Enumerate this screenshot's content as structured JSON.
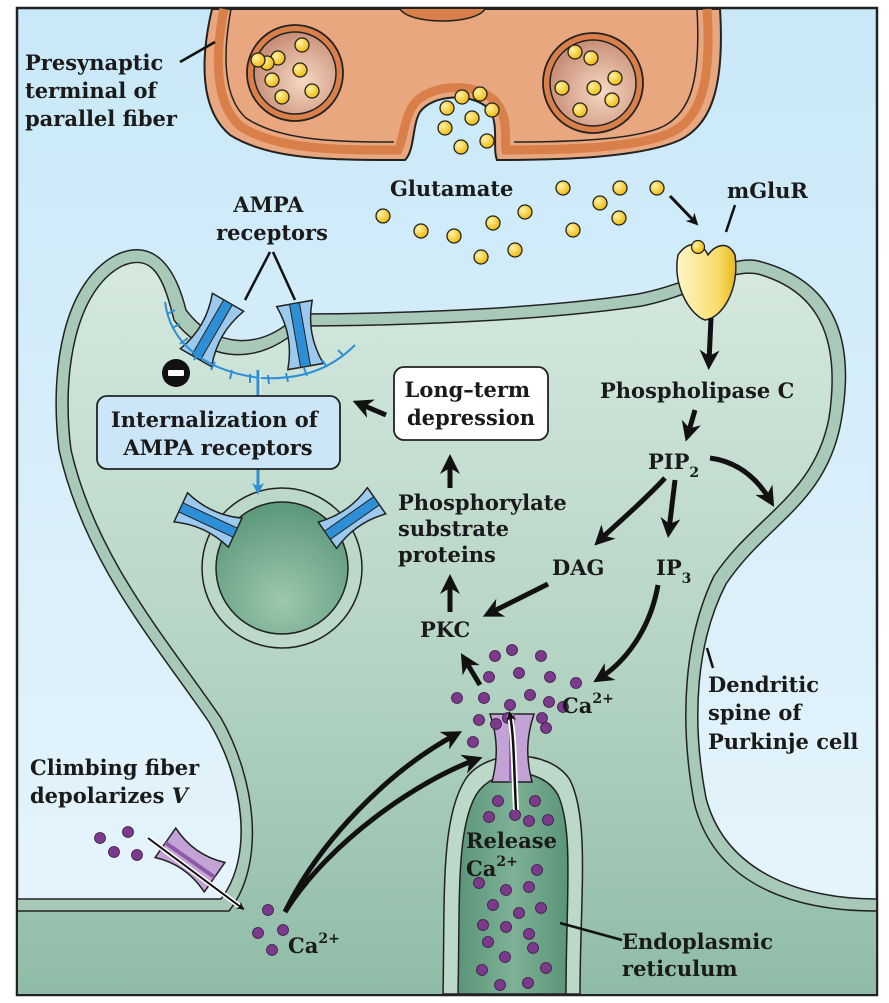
{
  "title": "Cerebellar long-term depression at parallel fiber–Purkinje cell synapse",
  "labels": {
    "presynaptic": [
      "Presynaptic",
      "terminal of",
      "parallel fiber"
    ],
    "glutamate": "Glutamate",
    "mglur": "mGluR",
    "ampa_receptors": [
      "AMPA",
      "receptors"
    ],
    "internalization": [
      "Internalization of",
      "AMPA receptors"
    ],
    "ltd": [
      "Long–term",
      "depression"
    ],
    "phospholipase": "Phospholipase C",
    "pip2": {
      "base": "PIP",
      "sub": "2"
    },
    "phosphorylate": [
      "Phosphorylate",
      "substrate",
      "proteins"
    ],
    "dag": "DAG",
    "ip3": {
      "base": "IP",
      "sub": "3"
    },
    "pkc": "PKC",
    "ca_cytosol": {
      "base": "Ca",
      "sup": "2+"
    },
    "dendritic_spine": [
      "Dendritic",
      "spine of",
      "Purkinje cell"
    ],
    "climbing_fiber": [
      "Climbing fiber",
      "depolarizes "
    ],
    "climbing_fiber_v": "V",
    "ca_influx": {
      "base": "Ca",
      "sup": "2+"
    },
    "release": "Release",
    "release_ca": {
      "base": "Ca",
      "sup": "2+"
    },
    "er": [
      "Endoplasmic",
      "reticulum"
    ],
    "inhibit_sign": "−"
  },
  "colors": {
    "background": "#cfe9f7",
    "terminal": "#e8a77e",
    "terminal_membrane": "#d9804a",
    "glutamate": "#f5c518",
    "spine_fill": "#c8e0d4",
    "spine_membrane": "#a9c9b8",
    "ampa": "#2e8fd6",
    "ampa_light": "#9cc9ee",
    "calcium": "#7b3a8c",
    "channel": "#c3a3d6",
    "mglur": "#f7d862"
  }
}
